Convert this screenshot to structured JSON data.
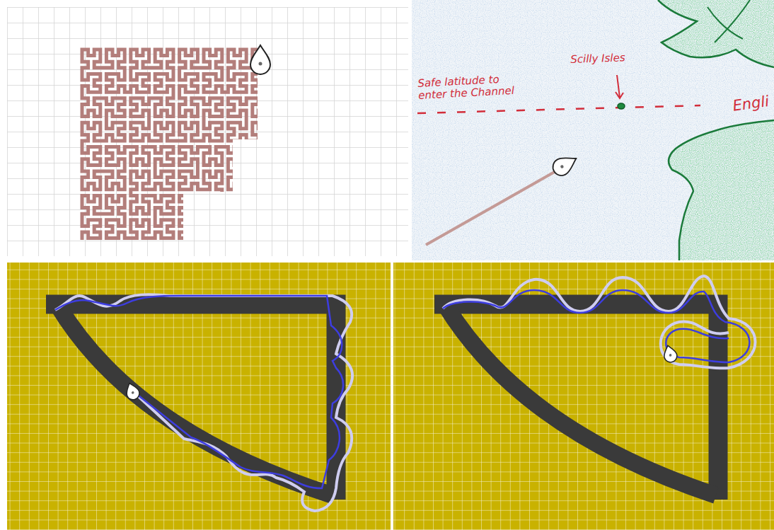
{
  "diagram": {
    "labels": [
      "Safe latitude to enter the Channel",
      "Scilly Isles",
      "Engli"
    ]
  }
}
